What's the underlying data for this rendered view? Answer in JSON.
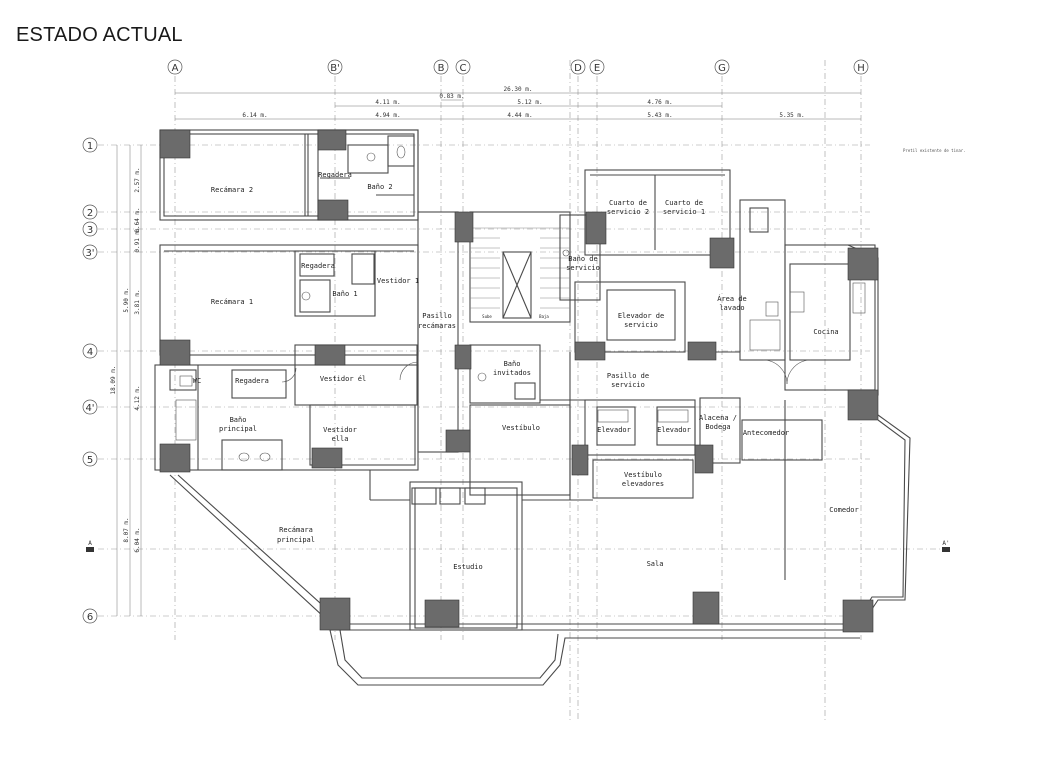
{
  "title": "ESTADO ACTUAL",
  "note": "Pretil existente de tinar.",
  "grid_columns": [
    "A",
    "B'",
    "B",
    "C",
    "D",
    "E",
    "G",
    "H"
  ],
  "grid_rows": [
    "1",
    "2",
    "3",
    "3'",
    "4",
    "4'",
    "5",
    "6"
  ],
  "dims_top": {
    "total": "26.30 m.",
    "b_c": "0.83 m.",
    "r2": [
      "4.11 m.",
      "5.12 m.",
      "4.76 m."
    ],
    "r3": [
      "6.14 m.",
      "4.94 m.",
      "4.44 m.",
      "5.43 m.",
      "5.35 m."
    ]
  },
  "dims_left": {
    "total": "18.09 m.",
    "sub": [
      "5.90 m.",
      "8.07 m."
    ],
    "parts": [
      "2.57 m.",
      "0.64 m.",
      "0.91 m.",
      "3.81 m.",
      "4.12 m.",
      "6.04 m."
    ]
  },
  "section_marks": [
    "A",
    "A'"
  ],
  "rooms": {
    "recamara2": "Recámara 2",
    "regadera2": "Regadera",
    "bano2": "Baño 2",
    "regadera1": "Regadera",
    "bano1": "Baño 1",
    "vestidor1": "Vestidor 1",
    "recamara1": "Recámara 1",
    "pasillo_rec": [
      "Pasillo",
      "recámaras"
    ],
    "wc": "WC",
    "regadera_p": "Regadera",
    "vestidor_el": "Vestidor él",
    "bano_principal": [
      "Baño",
      "principal"
    ],
    "vestidor_ella": [
      "Vestidor",
      "ella"
    ],
    "recamara_principal": [
      "Recámara",
      "principal"
    ],
    "estudio": "Estudio",
    "vestibulo": "Vestíbulo",
    "bano_invitados": [
      "Baño",
      "invitados"
    ],
    "sube": "Sube",
    "baja": "Baja",
    "bano_servicio": [
      "Baño de",
      "servicio"
    ],
    "cuarto_servicio2": [
      "Cuarto de",
      "servicio 2"
    ],
    "cuarto_servicio1": [
      "Cuarto de",
      "servicio 1"
    ],
    "area_lavado": [
      "Área de",
      "lavado"
    ],
    "elevador_servicio": [
      "Elevador de",
      "servicio"
    ],
    "cocina": "Cocina",
    "pasillo_servicio": [
      "Pasillo de",
      "servicio"
    ],
    "elevador_a": "Elevador",
    "elevador_b": "Elevador",
    "alacena": [
      "Alacena /",
      "Bodega"
    ],
    "antecomedor": "Antecomedor",
    "vestibulo_elev": [
      "Vestíbulo",
      "elevadores"
    ],
    "comedor": "Comedor",
    "sala": "Sala"
  }
}
